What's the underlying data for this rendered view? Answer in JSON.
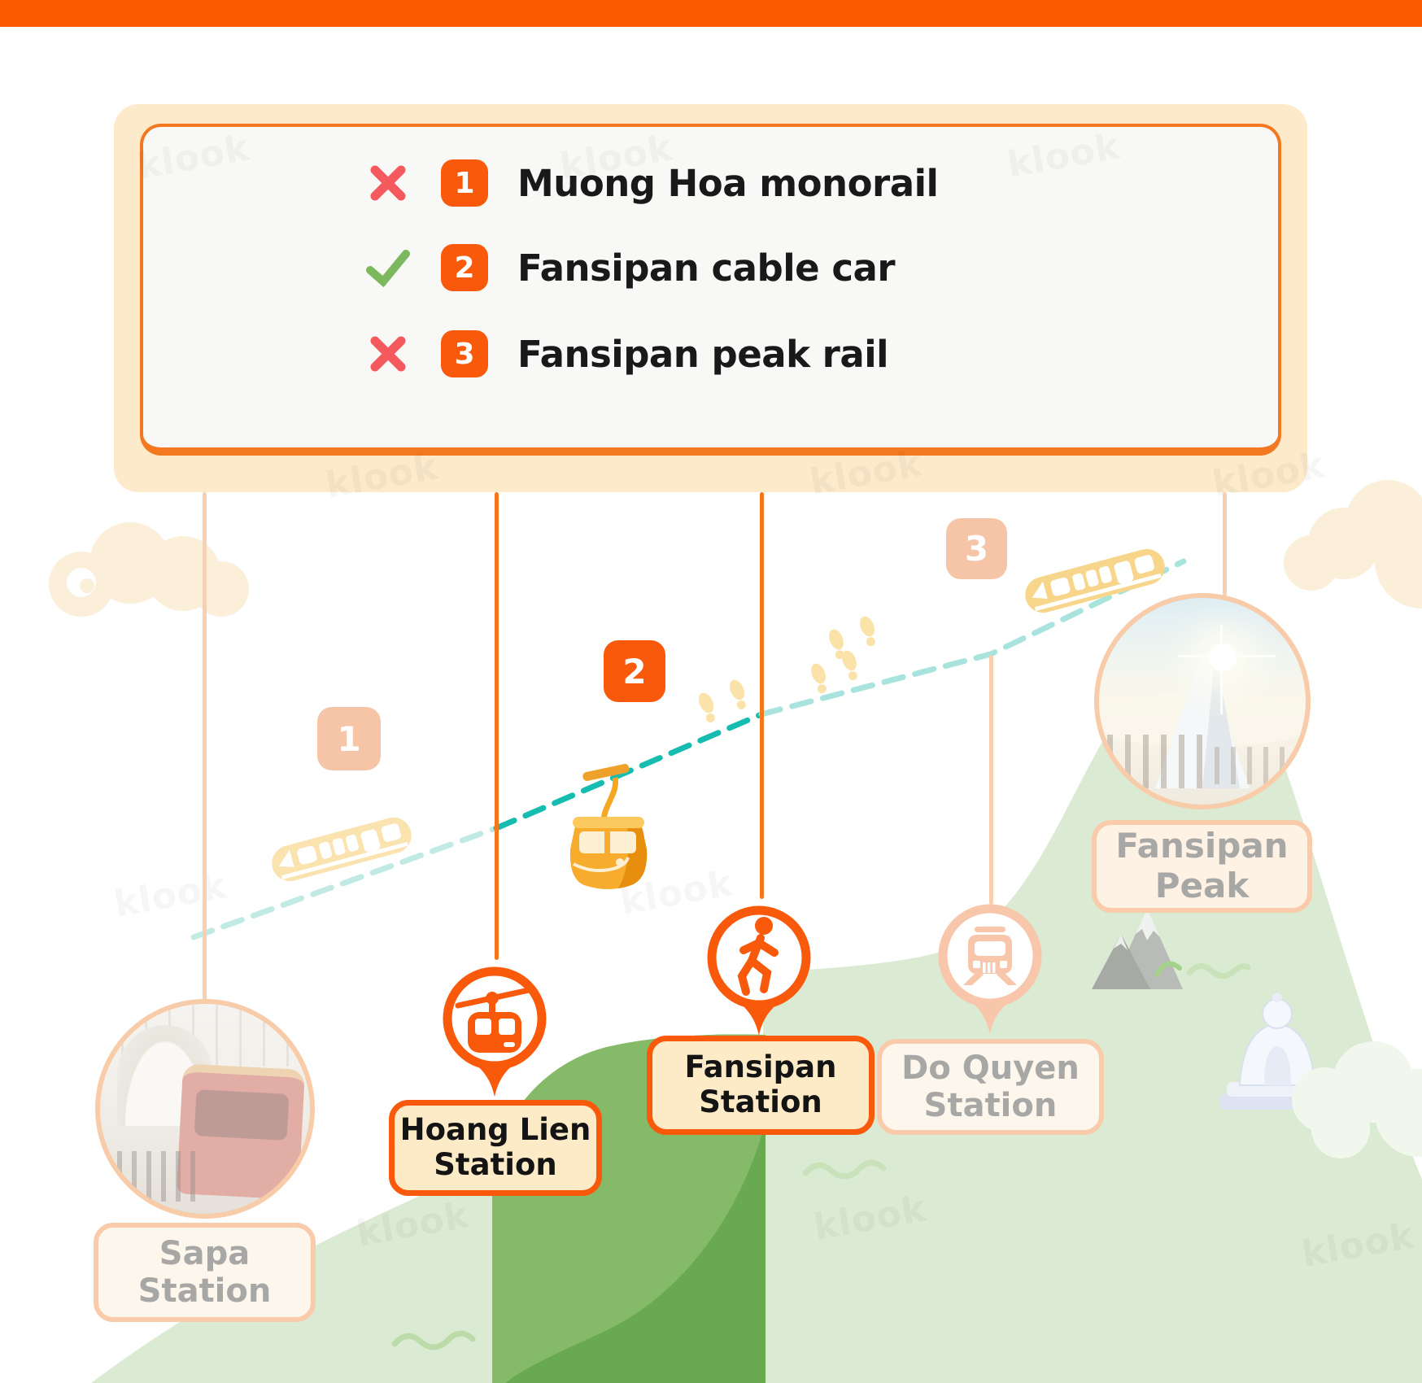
{
  "watermark_text": "klook",
  "legend": {
    "items": [
      {
        "number": "1",
        "label": "Muong Hoa monorail",
        "allowed": false
      },
      {
        "number": "2",
        "label": "Fansipan cable car",
        "allowed": true
      },
      {
        "number": "3",
        "label": "Fansipan peak rail",
        "allowed": false
      }
    ]
  },
  "map": {
    "stations": {
      "sapa": {
        "line1": "Sapa",
        "line2": "Station",
        "active": false
      },
      "hoang_lien": {
        "line1": "Hoang Lien",
        "line2": "Station",
        "active": true
      },
      "fansipan": {
        "line1": "Fansipan",
        "line2": "Station",
        "active": true
      },
      "do_quyen": {
        "line1": "Do Quyen",
        "line2": "Station",
        "active": false
      },
      "fansipan_peak": {
        "line1": "Fansipan",
        "line2": "Peak",
        "active": false
      }
    }
  },
  "colors": {
    "top_bar": "#FB5A01",
    "accent_orange": "#F8590A",
    "inactive_peach": "#F9CEAF",
    "cross_red": "#F4595E",
    "check_green": "#7CB95E",
    "route_teal": "#1CBCB1",
    "route_teal_faded": "#B5E8E2",
    "hill_light_green": "#DBEAD2",
    "hill_dark_green": "#69AA50",
    "monorail_yellow": "#F7D68C"
  }
}
